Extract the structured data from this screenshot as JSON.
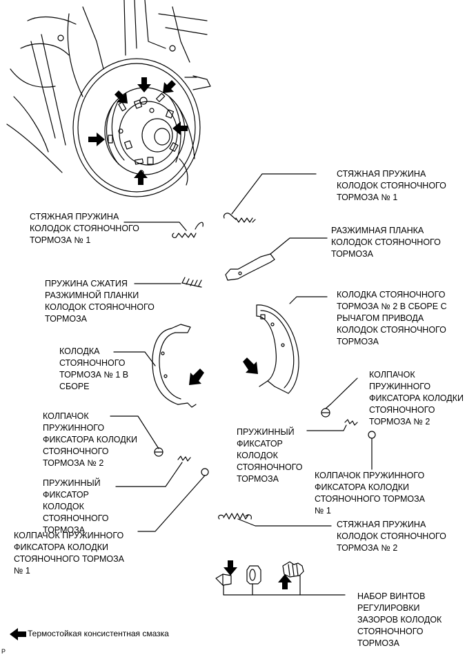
{
  "labels": {
    "tension_spring_1_right": "СТЯЖНАЯ ПРУЖИНА\nКОЛОДОК СТОЯНОЧНОГО\nТОРМОЗА № 1",
    "tension_spring_1_left": "СТЯЖНАЯ ПРУЖИНА\nКОЛОДОК СТОЯНОЧНОГО\nТОРМОЗА № 1",
    "strut": "РАЗЖИМНАЯ ПЛАНКА\nКОЛОДОК СТОЯНОЧНОГО\nТОРМОЗА",
    "strut_spring": "ПРУЖИНА СЖАТИЯ\nРАЗЖИМНОЙ ПЛАНКИ\nКОЛОДОК СТОЯНОЧНОГО\nТОРМОЗА",
    "shoe_2": "КОЛОДКА СТОЯНОЧНОГО\nТОРМОЗА № 2 В СБОРЕ С\nРЫЧАГОМ ПРИВОДА\nКОЛОДОК СТОЯНОЧНОГО\nТОРМОЗА",
    "shoe_1": "КОЛОДКА\nСТОЯНОЧНОГО\nТОРМОЗА № 1 В\nСБОРЕ",
    "cup_2_right": "КОЛПАЧОК\nПРУЖИННОГО\nФИКСАТОРА КОЛОДКИ\nСТОЯНОЧНОГО\nТОРМОЗА № 2",
    "cup_2_left": "КОЛПАЧОК\nПРУЖИННОГО\nФИКСАТОРА КОЛОДКИ\nСТОЯНОЧНОГО\nТОРМОЗА № 2",
    "hold_spring_right": "ПРУЖИННЫЙ\nФИКСАТОР\nКОЛОДОК\nСТОЯНОЧНОГО\nТОРМОЗА",
    "hold_spring_left": "ПРУЖИННЫЙ\nФИКСАТОР\nКОЛОДОК\nСТОЯНОЧНОГО\nТОРМОЗА",
    "cup_1_right": "КОЛПАЧОК ПРУЖИННОГО\nФИКСАТОРА КОЛОДКИ\nСТОЯНОЧНОГО ТОРМОЗА\n№ 1",
    "cup_1_left": "КОЛПАЧОК ПРУЖИННОГО\nФИКСАТОРА КОЛОДКИ\nСТОЯНОЧНОГО ТОРМОЗА\n№ 1",
    "tension_spring_2": "СТЯЖНАЯ ПРУЖИНА\nКОЛОДОК СТОЯНОЧНОГО\nТОРМОЗА № 2",
    "adjuster": "НАБОР ВИНТОВ\nРЕГУЛИРОВКИ\nЗАЗОРОВ КОЛОДОК\nСТОЯНОЧНОГО\nТОРМОЗА"
  },
  "legend": {
    "text": "Термостойкая консистентная смазка",
    "icon": "arrow-left-icon"
  },
  "corner_mark": "P",
  "colors": {
    "ink": "#000000",
    "background": "#ffffff"
  }
}
